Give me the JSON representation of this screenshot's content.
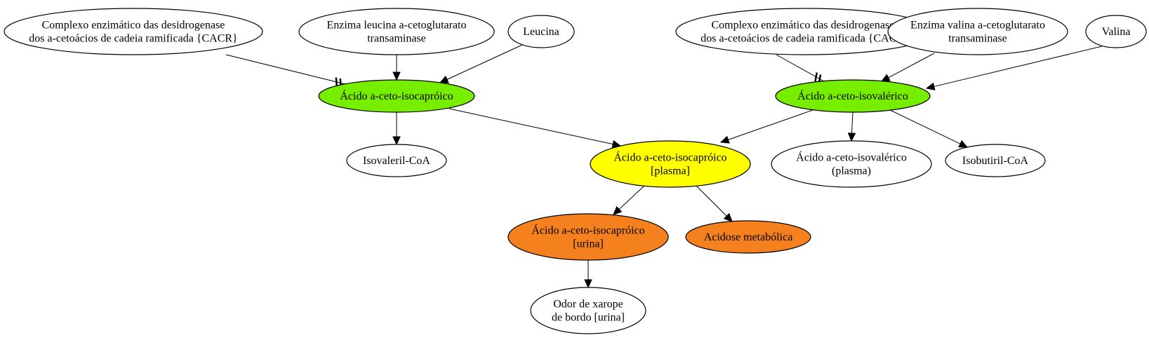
{
  "nodes": {
    "cacr_leucine": {
      "lines": [
        "Complexo enzimático das desidrogenase",
        "dos a-cetoácios de cadeia ramificada {CACR}"
      ],
      "color": "#ffffff"
    },
    "leucine_transaminase": {
      "lines": [
        "Enzima leucina a-cetoglutarato",
        "transaminase"
      ],
      "color": "#ffffff"
    },
    "leucine": {
      "lines": [
        "Leucina"
      ],
      "color": "#ffffff"
    },
    "cacr_valine": {
      "lines": [
        "Complexo enzimático das desidrogenases",
        "dos a-cetoácios de cadeia ramificada {CACR}"
      ],
      "color": "#ffffff"
    },
    "valine_transaminase": {
      "lines": [
        "Enzima valina a-cetoglutarato",
        "transaminase"
      ],
      "color": "#ffffff"
    },
    "valine": {
      "lines": [
        "Valina"
      ],
      "color": "#ffffff"
    },
    "kic": {
      "lines": [
        "Ácido a-ceto-isocapróico"
      ],
      "color": "#77ee00"
    },
    "kiv": {
      "lines": [
        "Ácido a-ceto-isovalérico"
      ],
      "color": "#77ee00"
    },
    "isovaleryl_coa": {
      "lines": [
        "Isovaleril-CoA"
      ],
      "color": "#ffffff"
    },
    "kic_plasma": {
      "lines": [
        "Ácido a-ceto-isocapróico",
        "[plasma]"
      ],
      "color": "#ffff00"
    },
    "kiv_plasma": {
      "lines": [
        "Ácido a-ceto-isovalérico",
        "(plasma)"
      ],
      "color": "#ffffff"
    },
    "isobutyryl_coa": {
      "lines": [
        "Isobutiril-CoA"
      ],
      "color": "#ffffff"
    },
    "kic_urine": {
      "lines": [
        "Ácido a-ceto-isocapróico",
        "[urina]"
      ],
      "color": "#f5801e"
    },
    "acidosis": {
      "lines": [
        "Acidose metabólica"
      ],
      "color": "#f5801e"
    },
    "odor": {
      "lines": [
        "Odor de xarope",
        "de bordo [urina]"
      ],
      "color": "#ffffff"
    }
  },
  "edges": [
    {
      "from": "cacr_leucine",
      "to": "kic",
      "type": "inhibits"
    },
    {
      "from": "leucine_transaminase",
      "to": "kic",
      "type": "activates"
    },
    {
      "from": "leucine",
      "to": "kic",
      "type": "activates"
    },
    {
      "from": "cacr_valine",
      "to": "kiv",
      "type": "inhibits"
    },
    {
      "from": "valine_transaminase",
      "to": "kiv",
      "type": "activates"
    },
    {
      "from": "valine",
      "to": "kiv",
      "type": "activates"
    },
    {
      "from": "kic",
      "to": "isovaleryl_coa",
      "type": "activates"
    },
    {
      "from": "kic",
      "to": "kic_plasma",
      "type": "activates"
    },
    {
      "from": "kiv",
      "to": "kic_plasma",
      "type": "activates"
    },
    {
      "from": "kiv",
      "to": "kiv_plasma",
      "type": "activates"
    },
    {
      "from": "kiv",
      "to": "isobutyryl_coa",
      "type": "activates"
    },
    {
      "from": "kic_plasma",
      "to": "kic_urine",
      "type": "activates"
    },
    {
      "from": "kic_plasma",
      "to": "acidosis",
      "type": "activates"
    },
    {
      "from": "kic_urine",
      "to": "odor",
      "type": "activates"
    }
  ]
}
